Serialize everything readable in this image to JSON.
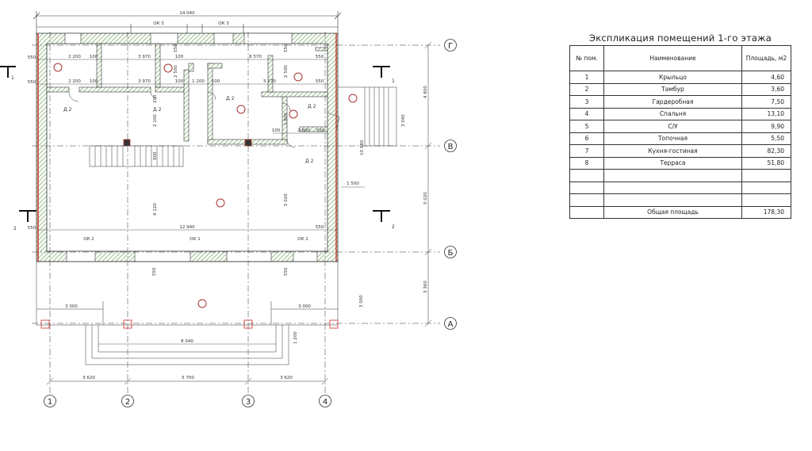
{
  "plan": {
    "dims": {
      "top_total": "14 040",
      "window_top": [
        "ОК 3",
        "ОК 3"
      ],
      "window_bottom": [
        "ОК 2",
        "ОК 1",
        "ОК 2"
      ],
      "row1": [
        "2 200",
        "100",
        "3 970",
        "100",
        "6 570",
        "550"
      ],
      "row1_left": "550",
      "row2": [
        "2 200",
        "100",
        "3 970",
        "100",
        "1 200",
        "100",
        "5 270",
        "550"
      ],
      "row2_left": "550",
      "row3": [
        "100",
        "2 800",
        "550"
      ],
      "bottom_inner": "12 940",
      "bottom_left": "550",
      "bottom_right": "550",
      "right_dims": [
        "4 800",
        "5 020",
        "3 360"
      ],
      "right_inner": [
        "3 040",
        "10 980",
        "1 500"
      ],
      "v_left_col": [
        "2 100",
        "200",
        "900",
        "4 120"
      ],
      "v_mid_col": [
        "2 500",
        "550"
      ],
      "v_right_col": [
        "2 500",
        "1 800",
        "5 020",
        "550"
      ],
      "terrace_left": "3 000",
      "terrace_right": "3 000",
      "terrace_steps": "8 040",
      "terrace_depth": "3 000",
      "terrace_step_depth": "1 200",
      "axis_bottom": [
        "3 620",
        "5 700",
        "3 620"
      ],
      "top_left_550": "550",
      "top_mid_550": "550",
      "mid_550": "550",
      "mid_550b": "550"
    },
    "doors": [
      "Д 2",
      "Д 2",
      "Д 2",
      "Д 2",
      "Д 2"
    ],
    "axes_bottom": [
      "1",
      "2",
      "3",
      "4"
    ],
    "axes_right": [
      "Г",
      "В",
      "Б",
      "А"
    ],
    "section_marks": [
      "1",
      "1",
      "2",
      "2"
    ]
  },
  "explication": {
    "title": "Экспликация помещений 1-го этажа",
    "headers": [
      "№ пом.",
      "Наименование",
      "Площадь, м2"
    ],
    "rows": [
      {
        "num": "1",
        "name": "Крыльцо",
        "area": "4,60"
      },
      {
        "num": "2",
        "name": "Тамбур",
        "area": "3,60"
      },
      {
        "num": "3",
        "name": "Гардеробная",
        "area": "7,50"
      },
      {
        "num": "4",
        "name": "Спальня",
        "area": "13,10"
      },
      {
        "num": "5",
        "name": "С/У",
        "area": "9,90"
      },
      {
        "num": "6",
        "name": "Топочная",
        "area": "5,50"
      },
      {
        "num": "7",
        "name": "Кухня-гостиная",
        "area": "82,30"
      },
      {
        "num": "8",
        "name": "Терраса",
        "area": "51,80"
      },
      {
        "num": "",
        "name": "",
        "area": ""
      },
      {
        "num": "",
        "name": "",
        "area": ""
      },
      {
        "num": "",
        "name": "",
        "area": ""
      },
      {
        "num": "",
        "name": "Общая площадь",
        "area": "178,30"
      }
    ]
  },
  "colors": {
    "wall_hatch": "#7fae6e",
    "wall_red": "#c0392b",
    "column_red": "#d9534f",
    "line": "#333333"
  }
}
